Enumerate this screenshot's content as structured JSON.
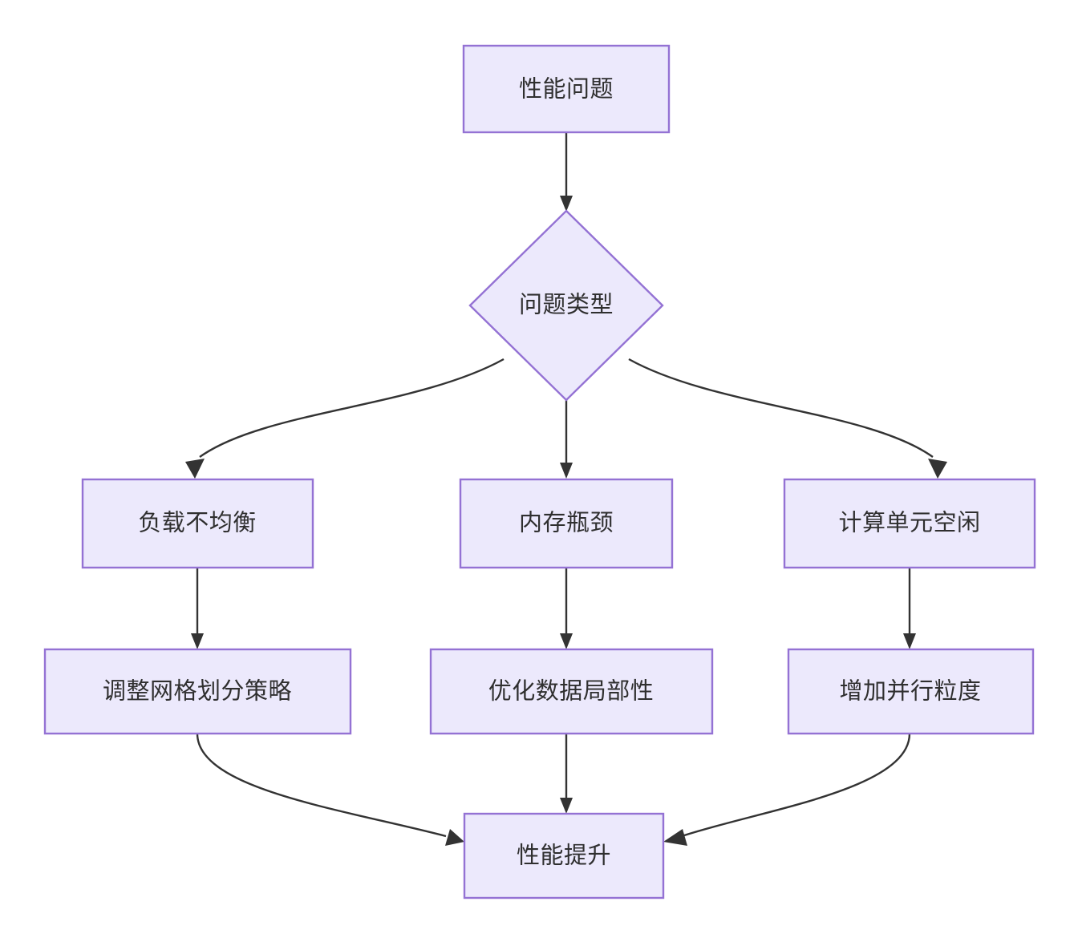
{
  "diagram": {
    "type": "flowchart",
    "direction": "top-to-bottom",
    "theme": {
      "node_fill": "#ece9fc",
      "node_border": "#9472d4",
      "edge_color": "#333333",
      "label_color": "#2f2f2f",
      "background": "#ffffff"
    },
    "nodes": [
      {
        "id": "n1",
        "label": "性能问题",
        "shape": "rectangle"
      },
      {
        "id": "n2",
        "label": "问题类型",
        "shape": "diamond"
      },
      {
        "id": "n3",
        "label": "负载不均衡",
        "shape": "rectangle"
      },
      {
        "id": "n4",
        "label": "内存瓶颈",
        "shape": "rectangle"
      },
      {
        "id": "n5",
        "label": "计算单元空闲",
        "shape": "rectangle"
      },
      {
        "id": "n6",
        "label": "调整网格划分策略",
        "shape": "rectangle"
      },
      {
        "id": "n7",
        "label": "优化数据局部性",
        "shape": "rectangle"
      },
      {
        "id": "n8",
        "label": "增加并行粒度",
        "shape": "rectangle"
      },
      {
        "id": "n9",
        "label": "性能提升",
        "shape": "rectangle"
      }
    ],
    "edges": [
      {
        "from": "n1",
        "to": "n2",
        "label": ""
      },
      {
        "from": "n2",
        "to": "n3",
        "label": ""
      },
      {
        "from": "n2",
        "to": "n4",
        "label": ""
      },
      {
        "from": "n2",
        "to": "n5",
        "label": ""
      },
      {
        "from": "n3",
        "to": "n6",
        "label": ""
      },
      {
        "from": "n4",
        "to": "n7",
        "label": ""
      },
      {
        "from": "n5",
        "to": "n8",
        "label": ""
      },
      {
        "from": "n6",
        "to": "n9",
        "label": ""
      },
      {
        "from": "n7",
        "to": "n9",
        "label": ""
      },
      {
        "from": "n8",
        "to": "n9",
        "label": ""
      }
    ]
  }
}
